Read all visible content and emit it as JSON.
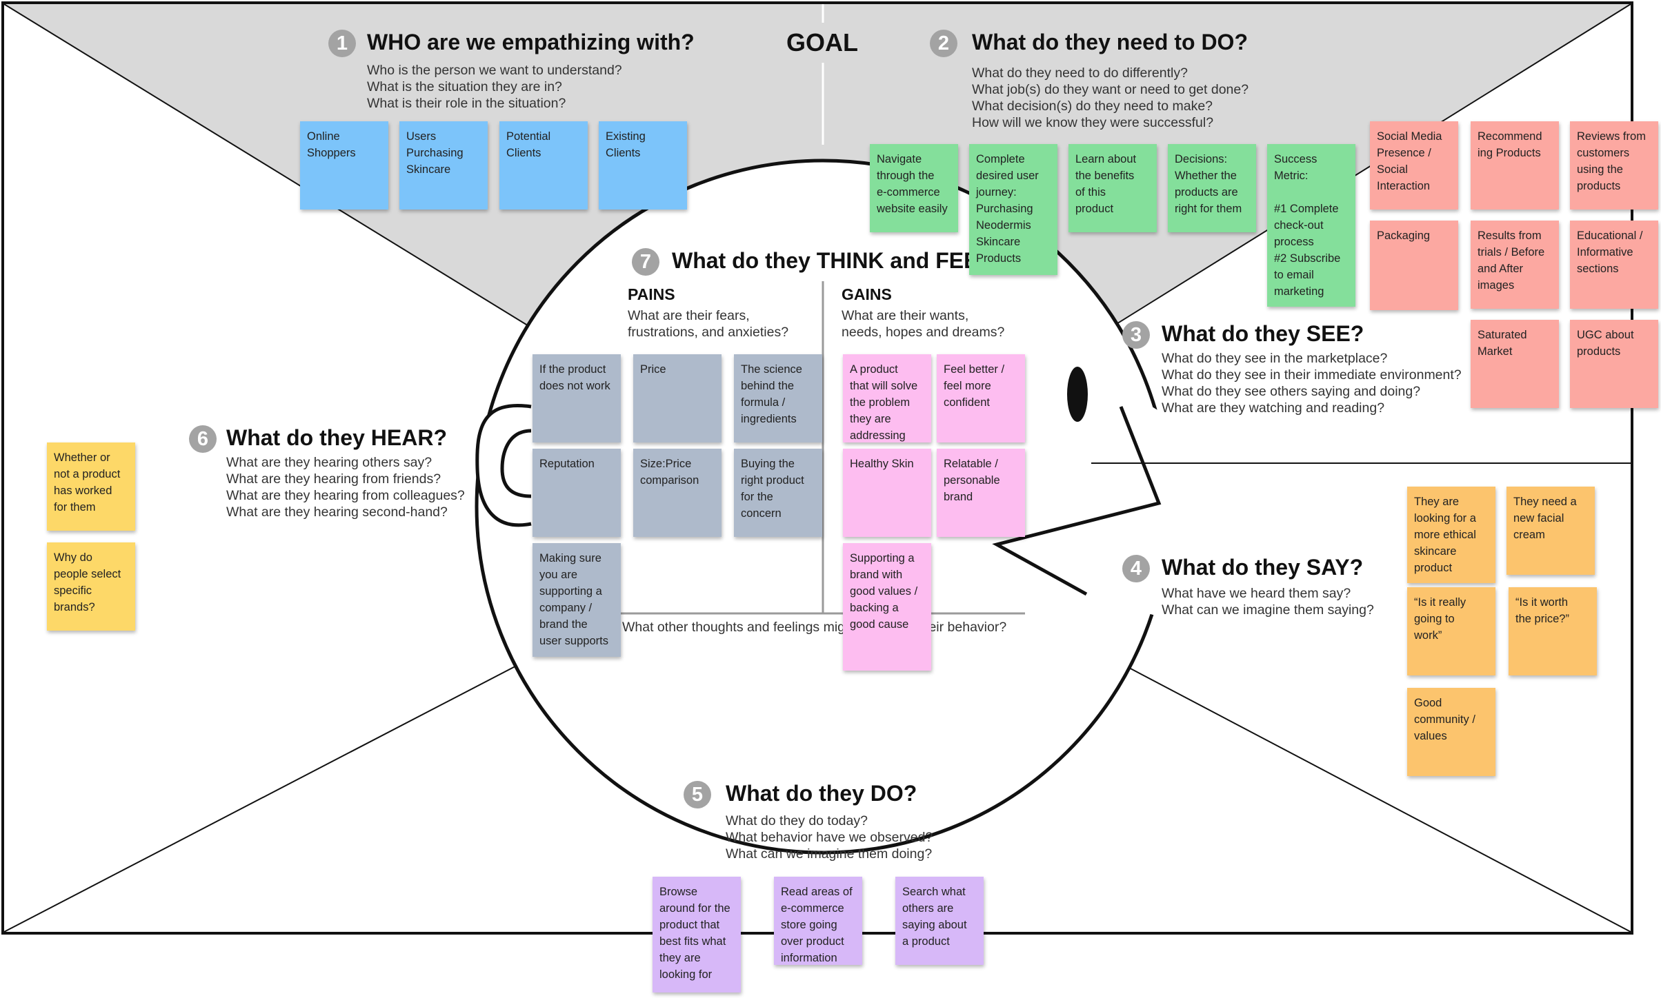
{
  "colors": {
    "blue": "#7cc4fa",
    "green": "#84df9b",
    "salmon": "#fca8a1",
    "gray": "#aebacb",
    "pink": "#fdbdf0",
    "orange": "#fcc46d",
    "yellow": "#fdd868",
    "purple": "#d7b8f8",
    "top_band": "#d9d9d9"
  },
  "goal": "GOAL",
  "sections": {
    "who": {
      "num": "1",
      "title": "WHO are we empathizing with?",
      "questions": [
        "Who is the person we want to understand?",
        "What is the situation they are in?",
        "What is their role in the situation?"
      ]
    },
    "need": {
      "num": "2",
      "title": "What do they need to DO?",
      "questions": [
        "What do they need to do differently?",
        "What job(s) do they want or need to get done?",
        "What decision(s) do they need to make?",
        "How will we know they were successful?"
      ]
    },
    "see": {
      "num": "3",
      "title": "What do they SEE?",
      "questions": [
        "What do they see in the marketplace?",
        "What do they see in their immediate environment?",
        "What do they see others saying and doing?",
        "What are they watching and reading?"
      ]
    },
    "say": {
      "num": "4",
      "title": "What do they SAY?",
      "questions": [
        "What have we heard them say?",
        "What can we imagine them saying?"
      ]
    },
    "do": {
      "num": "5",
      "title": "What do they DO?",
      "questions": [
        "What do they do today?",
        "What behavior have we observed?",
        "What can we imagine them doing?"
      ]
    },
    "hear": {
      "num": "6",
      "title": "What do they HEAR?",
      "questions": [
        "What are they hearing others say?",
        "What are they hearing from friends?",
        "What are they hearing from colleagues?",
        "What are they hearing second-hand?"
      ]
    },
    "think": {
      "num": "7",
      "title": "What do they THINK and FEEL?",
      "pains_title": "PAINS",
      "pains_questions": [
        "What are their fears,",
        "frustrations, and anxieties?"
      ],
      "gains_title": "GAINS",
      "gains_questions": [
        "What are their wants,",
        "needs, hopes and dreams?"
      ],
      "bottom_question": "What other thoughts and feelings might influence their behavior?"
    }
  },
  "notes": {
    "who": [
      [
        "Online",
        "Shoppers"
      ],
      [
        "Users",
        "Purchasing",
        "Skincare"
      ],
      [
        "Potential",
        "Clients"
      ],
      [
        "Existing",
        "Clients"
      ]
    ],
    "need": [
      [
        "Navigate",
        "through the",
        "e-commerce",
        "website easily"
      ],
      [
        "Complete",
        "desired user",
        "journey:",
        "Purchasing",
        "Neodermis",
        "Skincare",
        "Products"
      ],
      [
        "Learn about",
        "the benefits",
        "of this",
        "product"
      ],
      [
        "Decisions:",
        "Whether the",
        "products are",
        "right for them"
      ],
      [
        "Success",
        "Metric:",
        "",
        "#1 Complete",
        "check-out",
        "process",
        "#2 Subscribe",
        "to email",
        "marketing"
      ]
    ],
    "see": [
      [
        "Social Media",
        "Presence /",
        "Social",
        "Interaction"
      ],
      [
        "Recommend",
        "ing Products"
      ],
      [
        "Reviews from",
        "customers",
        "using the",
        "products"
      ],
      [
        "Packaging"
      ],
      [
        "Results from",
        "trials / Before",
        "and After",
        "images"
      ],
      [
        "Educational /",
        "Informative",
        "sections"
      ],
      [
        "Saturated",
        "Market"
      ],
      [
        "UGC about",
        "products"
      ]
    ],
    "pains": [
      [
        "If the product",
        "does not work"
      ],
      [
        "Price"
      ],
      [
        "The science",
        "behind the",
        "formula /",
        "ingredients"
      ],
      [
        "Reputation"
      ],
      [
        "Size:Price",
        "comparison"
      ],
      [
        "Buying the",
        "right product",
        "for the",
        "concern"
      ],
      [
        "Making sure",
        "you are",
        "supporting a",
        "company /",
        "brand the",
        "user supports"
      ]
    ],
    "gains": [
      [
        "A product",
        "that will solve",
        "the problem",
        "they are",
        "addressing"
      ],
      [
        "Feel better /",
        "feel more",
        "confident"
      ],
      [
        "Healthy Skin"
      ],
      [
        "Relatable /",
        "personable",
        "brand"
      ],
      [
        "Supporting a",
        "brand with",
        "good values /",
        "backing a",
        "good cause"
      ]
    ],
    "hear": [
      [
        "Whether or",
        "not a product",
        "has worked",
        "for them"
      ],
      [
        "Why do",
        "people select",
        "specific",
        "brands?"
      ]
    ],
    "say": [
      [
        "They are",
        "looking for a",
        "more ethical",
        "skincare",
        "product"
      ],
      [
        "They need a",
        "new facial",
        "cream"
      ],
      [
        "“Is it really",
        "going to",
        "work”"
      ],
      [
        "“Is it worth",
        "the price?”"
      ],
      [
        "Good",
        "community /",
        "values"
      ]
    ],
    "do": [
      [
        "Browse",
        "around for the",
        "product that",
        "best fits what",
        "they are",
        "looking for"
      ],
      [
        "Read areas of",
        "e-commerce",
        "store going",
        "over product",
        "information"
      ],
      [
        "Search what",
        "others are",
        "saying about",
        "a product"
      ]
    ]
  }
}
